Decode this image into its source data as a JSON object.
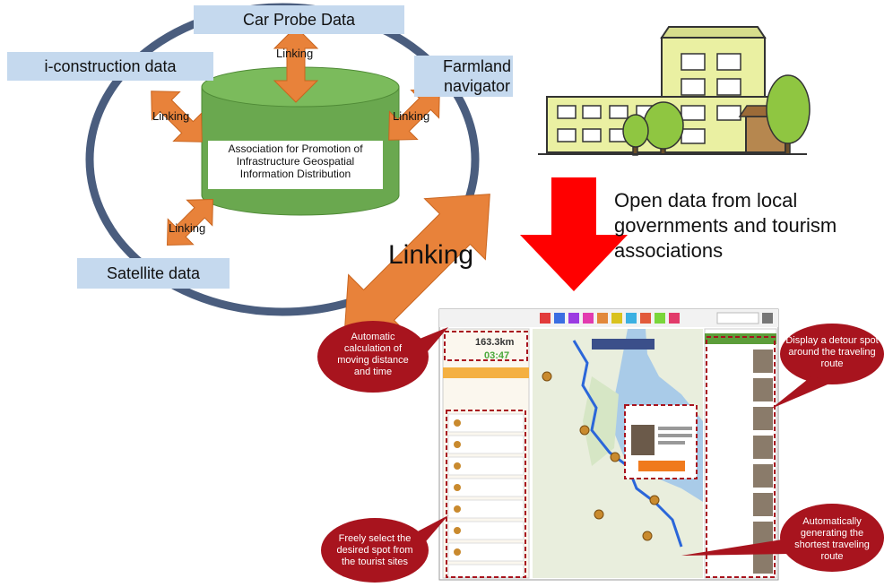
{
  "sources": {
    "car_probe": "Car Probe Data",
    "i_construction": "i-construction data",
    "farmland": "Farmland navigator",
    "satellite": "Satellite data"
  },
  "association": {
    "name": "Association for Promotion of Infrastructure Geospatial Information Distribution"
  },
  "arrows": {
    "small_label": "Linking",
    "big_label": "Linking"
  },
  "open_data": {
    "text": "Open data from local governments and tourism associations"
  },
  "callouts": {
    "distance_time": "Automatic calculation of moving distance and time",
    "detour": "Display a detour spot around the traveling route",
    "shortest_route": "Automatically generating the shortest traveling route",
    "select_spot": "Freely select the desired spot from the tourist sites"
  },
  "map_ui": {
    "distance_value": "163.3km",
    "time_value": "03:47"
  },
  "colors": {
    "ring": "#4a5d7e",
    "cylinder_green": "#6aa84f",
    "orange_arrow": "#e8823a",
    "red_arrow": "#ff0000",
    "label_bg": "#c5d9ee",
    "callout_red": "#a8141e",
    "sea": "#a9cbe8",
    "land": "#e9eedd"
  }
}
